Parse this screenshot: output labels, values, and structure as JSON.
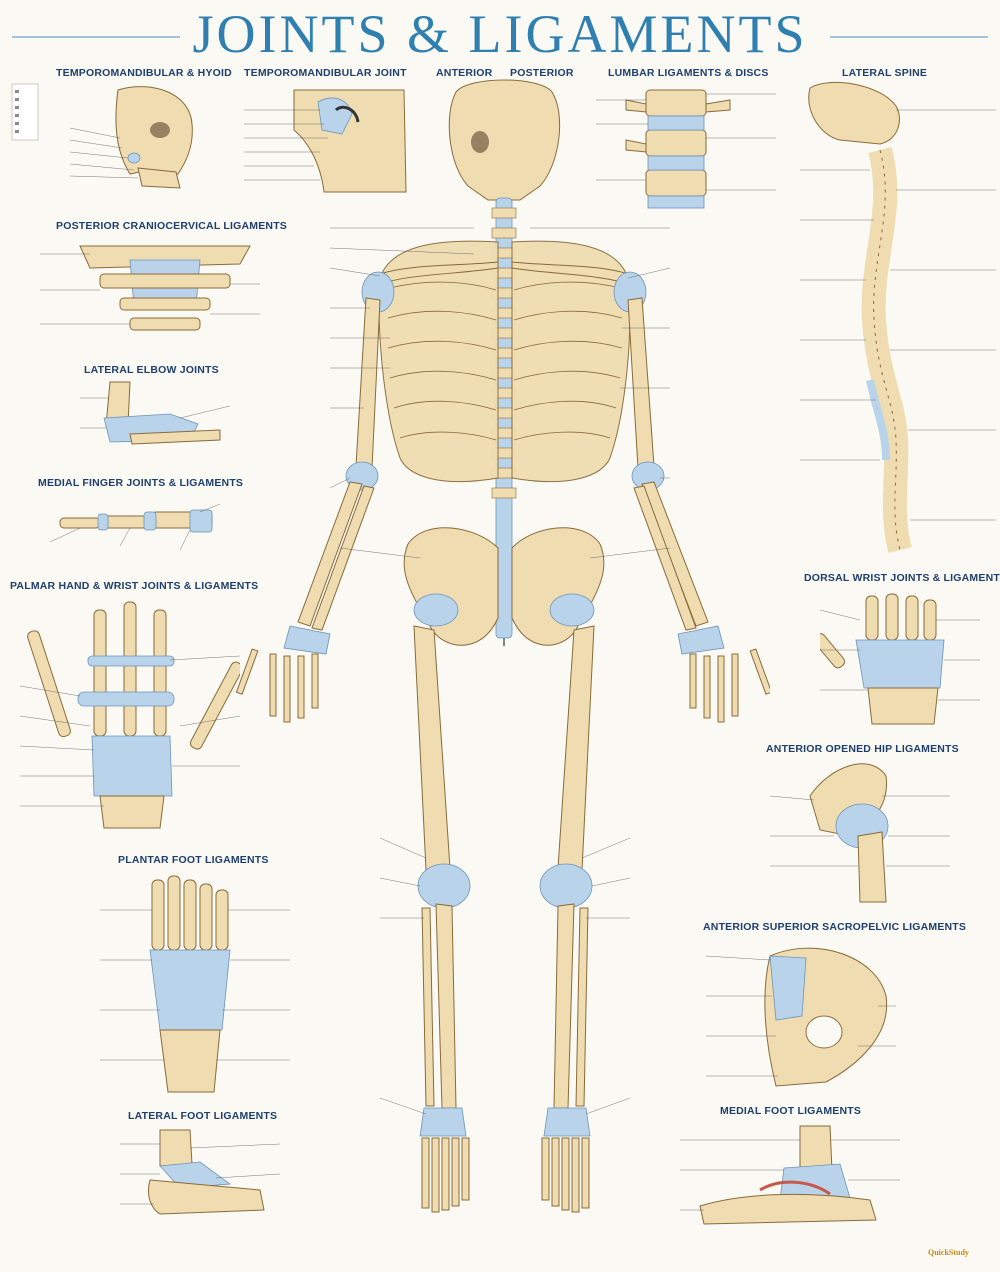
{
  "title": "JOINTS & LIGAMENTS",
  "sections": {
    "tmj_hyoid": "TEMPOROMANDIBULAR & HYOID",
    "tmj": "TEMPOROMANDIBULAR JOINT",
    "anterior": "ANTERIOR",
    "posterior": "POSTERIOR",
    "lumbar": "LUMBAR LIGAMENTS & DISCS",
    "lateral_spine": "LATERAL SPINE",
    "posterior_craniocervical": "POSTERIOR CRANIOCERVICAL LIGAMENTS",
    "lateral_elbow": "LATERAL ELBOW JOINTS",
    "medial_finger": "MEDIAL FINGER JOINTS & LIGAMENTS",
    "palmar_hand": "PALMAR HAND & WRIST JOINTS & LIGAMENTS",
    "dorsal_wrist": "DORSAL WRIST JOINTS & LIGAMENTS",
    "anterior_hip": "ANTERIOR OPENED HIP LIGAMENTS",
    "plantar_foot": "PLANTAR FOOT LIGAMENTS",
    "sacropelvic": "ANTERIOR SUPERIOR SACROPELVIC LIGAMENTS",
    "lateral_foot": "LATERAL FOOT LIGAMENTS",
    "medial_foot": "MEDIAL FOOT LIGAMENTS"
  },
  "brand": "QuickStudy",
  "colors": {
    "title": "#2f7fb0",
    "heading": "#1e3f6e",
    "bone": "#efdcb0",
    "ligament": "#b9d3ea",
    "background": "#fbf9f3"
  }
}
